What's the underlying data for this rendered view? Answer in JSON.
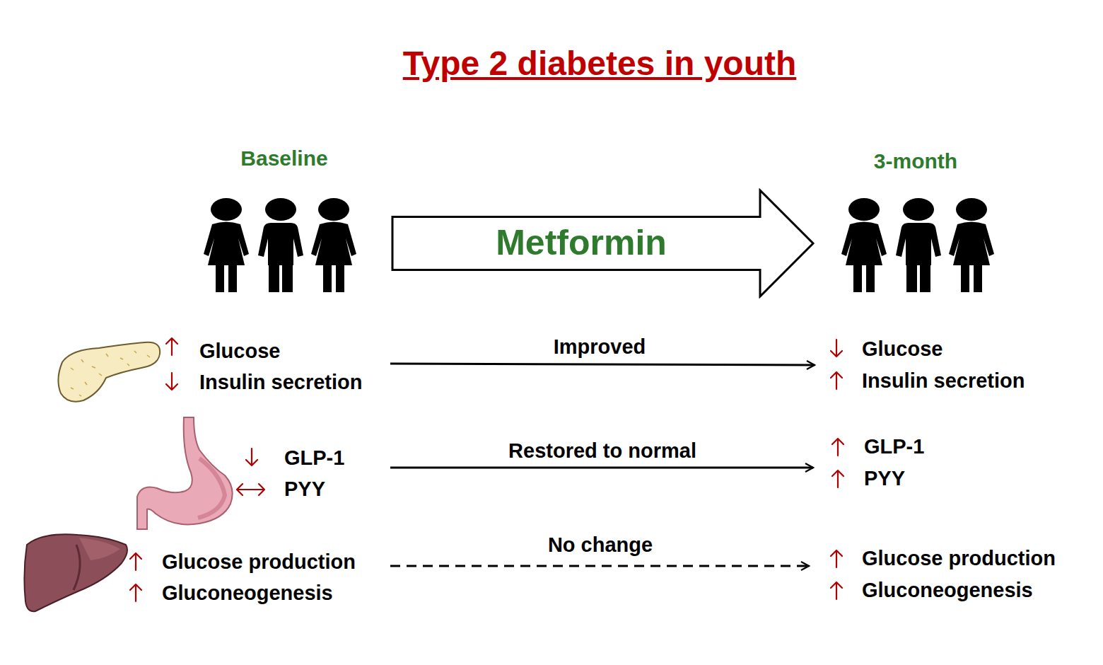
{
  "diagram": {
    "title": "Type 2 diabetes in youth",
    "nodes": [
      {
        "text": [
          "Metformin"
        ]
      }
    ],
    "labels": [
      "Baseline",
      "3-month",
      "Glucose",
      "Insulin secretion",
      "Improved",
      "Glucose",
      "Insulin secretion",
      "GLP-1",
      "PYY",
      "Restored to normal",
      "GLP-1",
      "PYY",
      "Glucose production",
      "Gluconeogenesis",
      "No change",
      "Glucose production",
      "Gluconeogenesis"
    ]
  }
}
